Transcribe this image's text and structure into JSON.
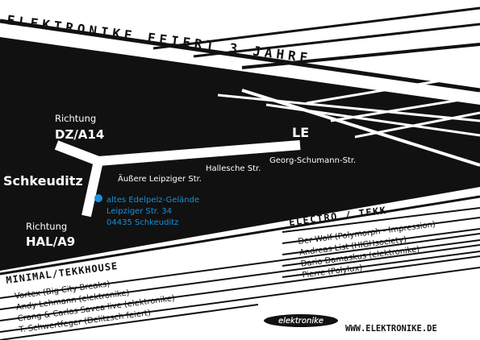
{
  "headline": "ELEKTRONIKE FEIERT 3 JAHRE",
  "map": {
    "north_direction_label": "Richtung",
    "north_destination": "DZ/A14",
    "town": "Schkeuditz",
    "south_direction_label": "Richtung",
    "south_destination": "HAL/A9",
    "city": "LE",
    "streets": [
      "Äußere Leipziger Str.",
      "Hallesche Str.",
      "Georg-Schumann-Str."
    ],
    "venue": {
      "name": "altes Edelpelz-Gelände",
      "street": "Leipziger Str. 34",
      "city": "04435 Schkeuditz"
    }
  },
  "electro": {
    "heading": "ELECTRO / TEKK",
    "acts": [
      "Der Wolf (Polymorph - Impression)",
      "Andreas List (HIGHsociety)",
      "Dario Damaskus (elektronike)",
      "Pierre (Polylux)"
    ]
  },
  "minimal": {
    "heading": "MINIMAL/TEKKHOUSE",
    "acts": [
      "Vortex (Big City Breaks)",
      "Andy Lehmann (elektronike)",
      "Crang & Carlos Savea live (elektronike)",
      "T. Schwertfeger (Delitzsch feiert)"
    ]
  },
  "logo_text": "elektronike",
  "website": "WWW.ELEKTRONIKE.DE",
  "colors": {
    "ink": "#111111",
    "paper": "#ffffff",
    "venue_blue": "#1b8fd6"
  }
}
